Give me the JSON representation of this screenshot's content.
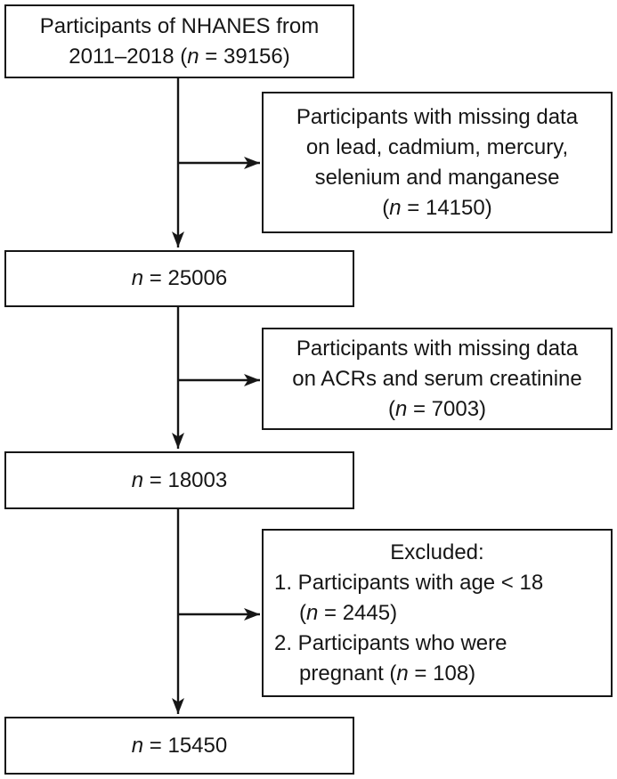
{
  "figure": {
    "type": "participant-flow-diagram",
    "ink_color": "#161616",
    "background_color": "#ffffff"
  },
  "flow": {
    "initial_n": 39156,
    "after_metal_exclusion_n": 25006,
    "after_acr_exclusion_n": 18003,
    "final_n": 15450,
    "excluded_missing_metals_n": 14150,
    "excluded_missing_acr_n": 7003,
    "excluded_age_under_18_n": 2445,
    "excluded_pregnant_n": 108
  },
  "nodes": {
    "population": {
      "lines": [
        {
          "parts": [
            {
              "t": "Participants of NHANES from"
            }
          ]
        },
        {
          "parts": [
            {
              "t": "2011–2018 ("
            },
            {
              "t": "n",
              "i": true
            },
            {
              "t": " = 39156)"
            }
          ]
        }
      ]
    },
    "excl_metals": {
      "lines": [
        {
          "parts": [
            {
              "t": "Participants with missing data"
            }
          ]
        },
        {
          "parts": [
            {
              "t": "on lead, cadmium, mercury,"
            }
          ]
        },
        {
          "parts": [
            {
              "t": "selenium and manganese"
            }
          ]
        },
        {
          "parts": [
            {
              "t": "("
            },
            {
              "t": "n",
              "i": true
            },
            {
              "t": " = 14150)"
            }
          ]
        }
      ]
    },
    "n25006": {
      "lines": [
        {
          "parts": [
            {
              "t": "n",
              "i": true
            },
            {
              "t": " = 25006"
            }
          ]
        }
      ]
    },
    "excl_acr": {
      "lines": [
        {
          "parts": [
            {
              "t": "Participants with missing data"
            }
          ]
        },
        {
          "parts": [
            {
              "t": "on ACRs and serum creatinine"
            }
          ]
        },
        {
          "parts": [
            {
              "t": "("
            },
            {
              "t": "n",
              "i": true
            },
            {
              "t": " = 7003)"
            }
          ]
        }
      ]
    },
    "n18003": {
      "lines": [
        {
          "parts": [
            {
              "t": "n",
              "i": true
            },
            {
              "t": " = 18003"
            }
          ]
        }
      ]
    },
    "excl_age_pregnancy": {
      "lines": [
        {
          "cls": "",
          "parts": [
            {
              "t": "Excluded:"
            }
          ]
        },
        {
          "cls": "left",
          "parts": [
            {
              "t": "1. Participants with age < 18"
            }
          ]
        },
        {
          "cls": "left indent",
          "parts": [
            {
              "t": "("
            },
            {
              "t": "n",
              "i": true
            },
            {
              "t": " = 2445)"
            }
          ]
        },
        {
          "cls": "left",
          "parts": [
            {
              "t": "2. Participants who were"
            }
          ]
        },
        {
          "cls": "left indent",
          "parts": [
            {
              "t": "pregnant ("
            },
            {
              "t": "n",
              "i": true
            },
            {
              "t": " = 108)"
            }
          ]
        }
      ]
    },
    "final": {
      "lines": [
        {
          "parts": [
            {
              "t": "n",
              "i": true
            },
            {
              "t": " = 15450"
            }
          ]
        }
      ]
    }
  }
}
